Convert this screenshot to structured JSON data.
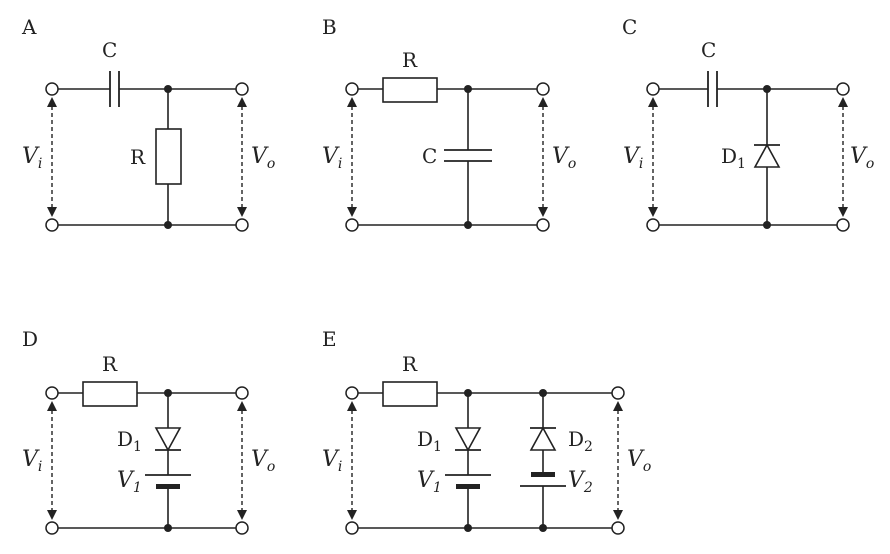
{
  "panels": {
    "a": {
      "title": "A",
      "cap": "C",
      "res": "R",
      "vin": "V",
      "vin_sub": "i",
      "vout": "V",
      "vout_sub": "o"
    },
    "b": {
      "title": "B",
      "res": "R",
      "cap": "C",
      "vin": "V",
      "vin_sub": "i",
      "vout": "V",
      "vout_sub": "o"
    },
    "c": {
      "title": "C",
      "cap": "C",
      "diode": "D",
      "diode_sub": "1",
      "vin": "V",
      "vin_sub": "i",
      "vout": "V",
      "vout_sub": "o"
    },
    "d": {
      "title": "D",
      "res": "R",
      "diode": "D",
      "diode_sub": "1",
      "batt": "V",
      "batt_sub": "1",
      "vin": "V",
      "vin_sub": "i",
      "vout": "V",
      "vout_sub": "o"
    },
    "e": {
      "title": "E",
      "res": "R",
      "diode1": "D",
      "diode1_sub": "1",
      "batt1": "V",
      "batt1_sub": "1",
      "diode2": "D",
      "diode2_sub": "2",
      "batt2": "V",
      "batt2_sub": "2",
      "vin": "V",
      "vin_sub": "i",
      "vout": "V",
      "vout_sub": "o"
    }
  }
}
